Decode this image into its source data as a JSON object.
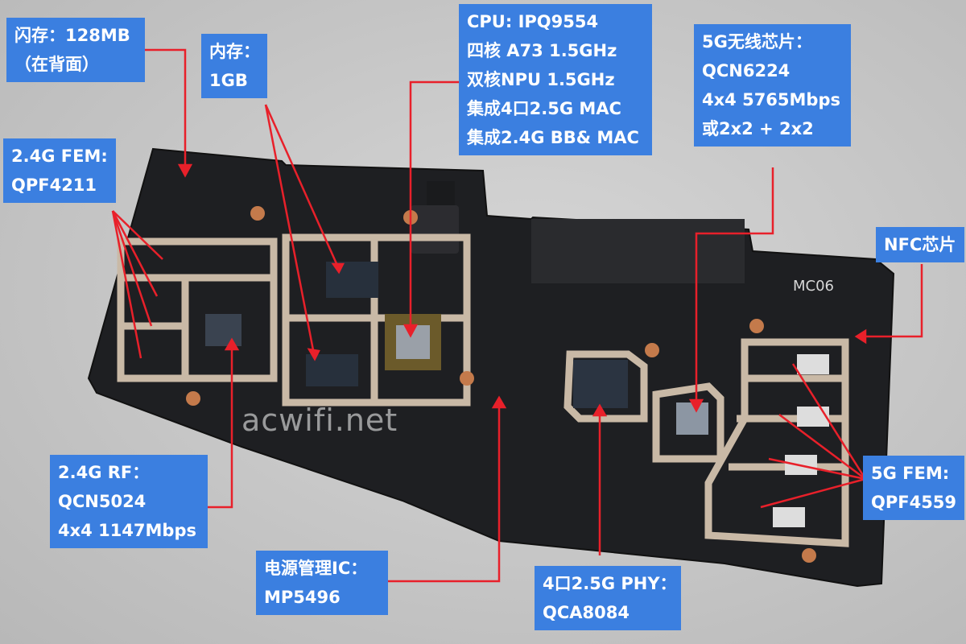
{
  "labels": {
    "flash": {
      "line1": "闪存：128MB",
      "line2": "（在背面）"
    },
    "ram": {
      "line1": "内存：",
      "line2": "1GB"
    },
    "cpu": {
      "line1": "CPU: IPQ9554",
      "line2": "四核 A73 1.5GHz",
      "line3": "双核NPU 1.5GHz",
      "line4": "集成4口2.5G MAC",
      "line5": "集成2.4G BB& MAC"
    },
    "wifi5g": {
      "line1": "5G无线芯片：",
      "line2": "QCN6224",
      "line3": "4x4 5765Mbps",
      "line4": "或2x2 + 2x2"
    },
    "fem24": {
      "line1": "2.4G FEM:",
      "line2": "QPF4211"
    },
    "nfc": {
      "line1": "NFC芯片"
    },
    "rf24": {
      "line1": "2.4G RF：",
      "line2": "QCN5024",
      "line3": "4x4 1147Mbps"
    },
    "power": {
      "line1": "电源管理IC：",
      "line2": "MP5496"
    },
    "phy": {
      "line1": "4口2.5G PHY：",
      "line2": "QCA8084"
    },
    "fem5g": {
      "line1": "5G FEM:",
      "line2": "QPF4559"
    }
  },
  "watermark": "acwifi.net",
  "silkscreen": {
    "model": "MC06"
  },
  "colors": {
    "label_bg": "#3b7fe0",
    "label_text": "#ffffff",
    "arrow": "#e8202a",
    "pcb": "#1e1f22",
    "shield": "#c9b9a6"
  }
}
